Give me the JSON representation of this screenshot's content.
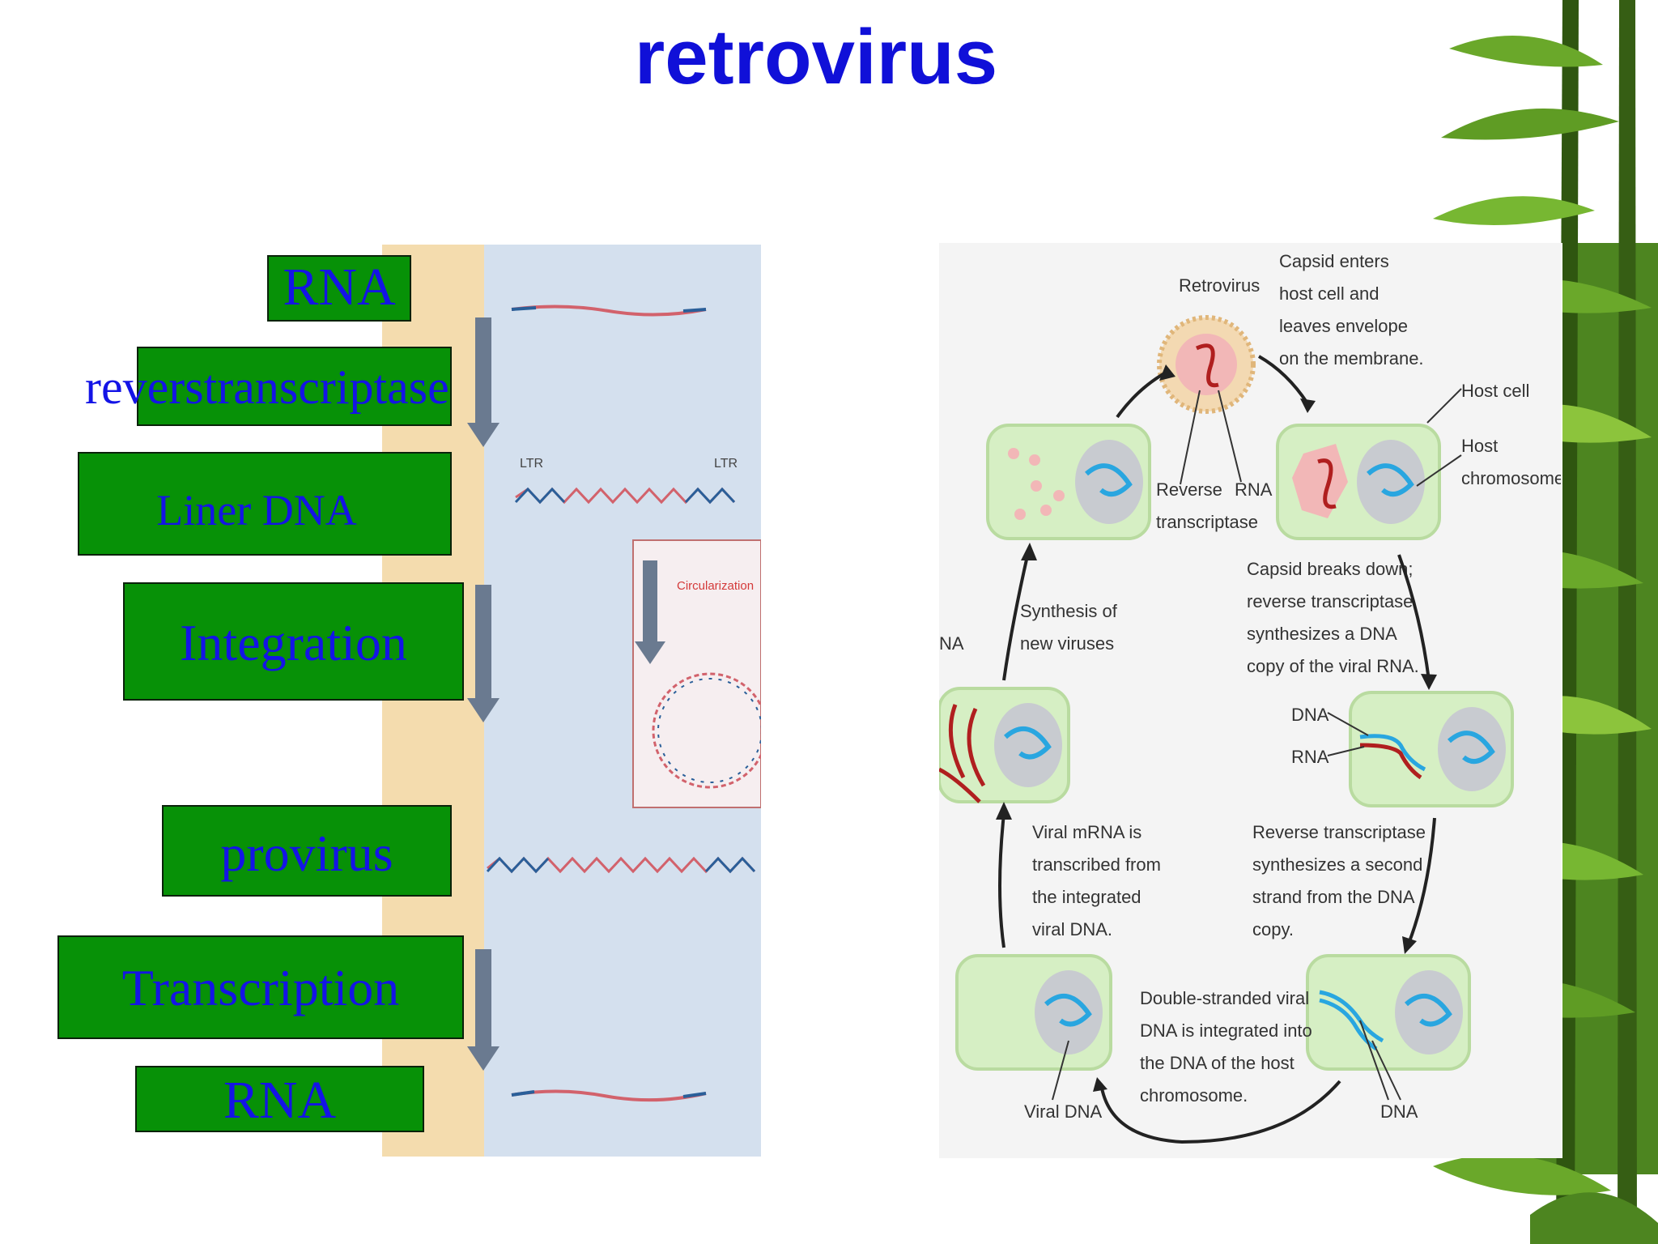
{
  "title": "retrovirus",
  "left_labels": {
    "rna_top": "RNA",
    "reverse_transcriptase": "reverstranscriptase",
    "linear_dna": "Liner DNA",
    "integration": "Integration",
    "provirus": "provirus",
    "transcription": "Transcription",
    "rna_bottom": "RNA"
  },
  "scan_labels": {
    "ltr_left": "LTR",
    "ltr_right": "LTR",
    "circularization": "Circularization"
  },
  "cycle": {
    "retrovirus": "Retrovirus",
    "capsid_enters": [
      "Capsid enters",
      "host cell and",
      "leaves envelope",
      "on the membrane."
    ],
    "host_cell": "Host cell",
    "host_chromosome": [
      "Host",
      "chromosome"
    ],
    "reverse_transcriptase": [
      "Reverse",
      "transcriptase"
    ],
    "rna": "RNA",
    "capsid_breaks": [
      "Capsid breaks down;",
      "reverse transcriptase",
      "synthesizes a DNA",
      "copy of the viral RNA."
    ],
    "synthesis": [
      "Synthesis of",
      "new viruses"
    ],
    "na_fragment": "NA",
    "dna_label": "DNA",
    "rna_label": "RNA",
    "viral_mrna": [
      "Viral mRNA is",
      "transcribed from",
      "the integrated",
      "viral DNA."
    ],
    "second_strand": [
      "Reverse transcriptase",
      "synthesizes a second",
      "strand from the DNA",
      "copy."
    ],
    "double_stranded": [
      "Double-stranded viral",
      "DNA is integrated into",
      "the DNA of the host",
      "chromosome."
    ],
    "viral_dna": "Viral DNA",
    "dna_bottom": "DNA"
  },
  "colors": {
    "title": "#1010d8",
    "label_text": "#1414e6",
    "box_green": "#079107",
    "cell_green": "#d6efc4",
    "nucleus_gray": "#c8cbd0",
    "dna_blue": "#29a6e0",
    "rna_red": "#c81e1e"
  }
}
